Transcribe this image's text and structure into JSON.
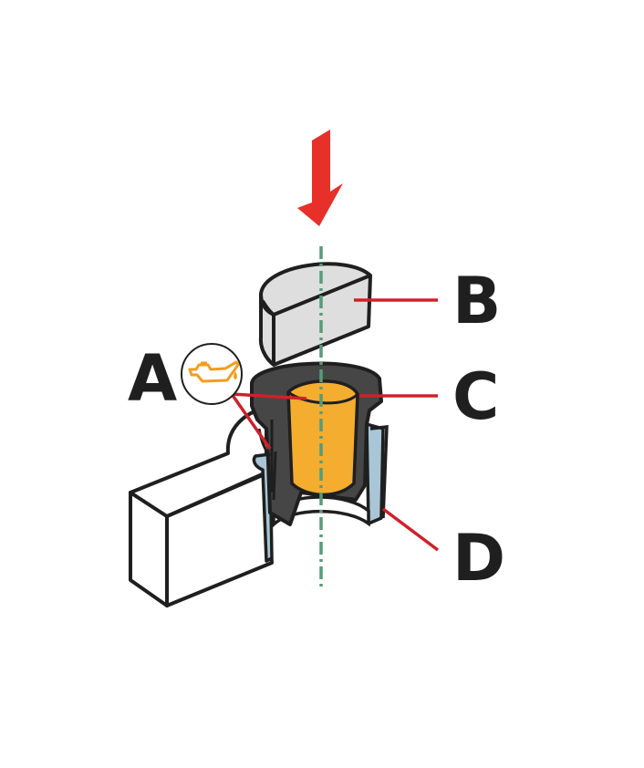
{
  "labels": {
    "a": "A",
    "b": "B",
    "c": "C",
    "d": "D"
  },
  "colors": {
    "outline": "#1f1f1f",
    "arrow": "#e63029",
    "leader": "#d0202a",
    "axis": "#5a9a78",
    "valve_cap": "#dedede",
    "seal": "#464646",
    "oil": "#f4ad2f",
    "oil_icon": "#f29e1d",
    "guide": "#a9c6d6"
  },
  "icons": {
    "oil_can": "oil-can-icon",
    "push_arrow": "push-down-arrow-icon"
  }
}
